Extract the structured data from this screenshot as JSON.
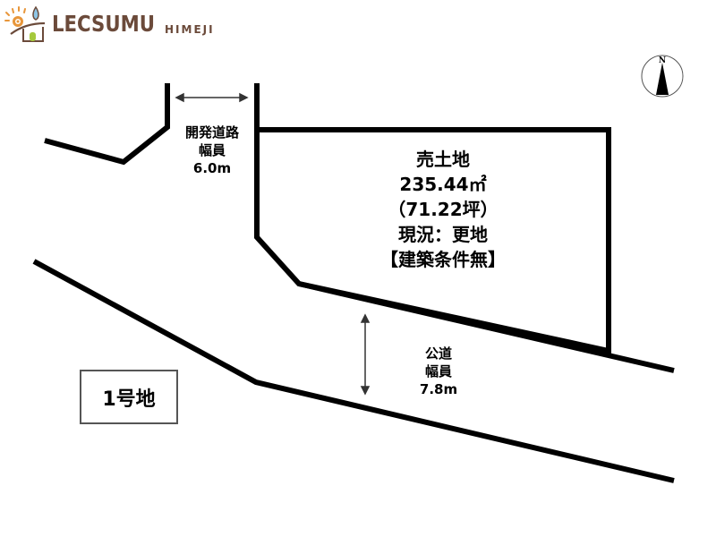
{
  "logo": {
    "brand": "LECSUMU",
    "sub": "HIMEJI",
    "brand_color": "#6b4a3a"
  },
  "compass": {
    "label": "N",
    "icon": "north-arrow-icon"
  },
  "development_road": {
    "line1": "開発道路",
    "line2": "幅員",
    "line3": "6.0m"
  },
  "lot": {
    "type": "売土地",
    "area_sqm": "235.44㎡",
    "area_tsubo": "（71.22坪）",
    "status": "現況：更地",
    "condition": "【建築条件無】"
  },
  "public_road": {
    "line1": "公道",
    "line2": "幅員",
    "line3": "7.8m"
  },
  "lot_number": {
    "label": "1号地"
  },
  "colors": {
    "line": "#000000",
    "arrow": "#333333",
    "box_border": "#555555"
  }
}
